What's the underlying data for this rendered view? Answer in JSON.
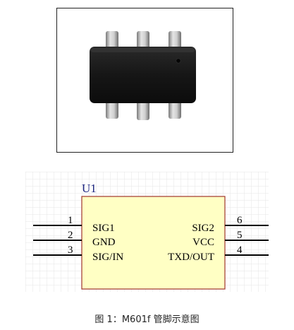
{
  "schematic": {
    "designator": "U1",
    "pins": [
      {
        "number": "1",
        "name": "SIG1",
        "side": "left"
      },
      {
        "number": "2",
        "name": "GND",
        "side": "left"
      },
      {
        "number": "3",
        "name": "SIG/IN",
        "side": "left"
      },
      {
        "number": "6",
        "name": "SIG2",
        "side": "right"
      },
      {
        "number": "5",
        "name": "VCC",
        "side": "right"
      },
      {
        "number": "4",
        "name": "TXD/OUT",
        "side": "right"
      }
    ],
    "colors": {
      "body_fill": "#ffffc4",
      "body_stroke": "#a0352b",
      "designator": "#1a237e",
      "text": "#000000",
      "grid": "#e6e6e6"
    }
  },
  "photo": {
    "package_color": "#1c1c1c",
    "lead_color": "#c8c8c8"
  },
  "caption": {
    "text": "图 1：M601f 管脚示意图"
  }
}
